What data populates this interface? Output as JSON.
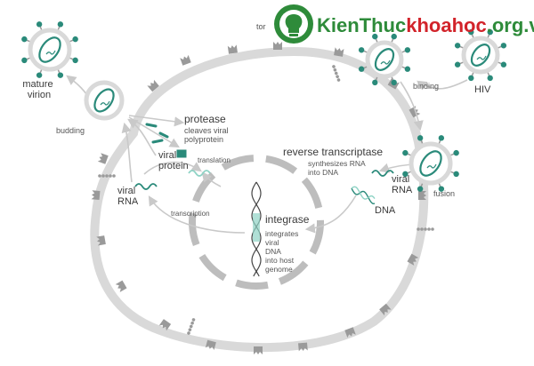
{
  "colors": {
    "membrane": "#d9d9d9",
    "membrane_edge": "#c8c8c8",
    "receptor": "#9a9a9a",
    "teal": "#2a8a7a",
    "teal_light": "#8fd3c5",
    "arrow": "#c9c9c9",
    "nucleus": "#bdbdbd",
    "dna": "#444444",
    "watermark_green": "#2e8b3a",
    "watermark_red": "#d2232a"
  },
  "watermark": {
    "brand": "KienThuc",
    "domain": "khoahoc",
    "tld": ".org",
    "suffix": ".vn"
  },
  "labels": {
    "mature_virion": [
      "mature",
      "virion"
    ],
    "budding": "budding",
    "protease_title": "protease",
    "protease_desc": [
      "cleaves viral",
      "polyprotein"
    ],
    "viral_protein": [
      "viral",
      "protein"
    ],
    "translation": "translation",
    "viral_rna_left": [
      "viral",
      "RNA"
    ],
    "transcription": "transcription",
    "integrase_title": "integrase",
    "integrase_desc": [
      "integrates",
      "viral",
      "DNA",
      "into host",
      "genome"
    ],
    "reverse_transcriptase_title": "reverse transcriptase",
    "reverse_transcriptase_desc": [
      "synthesizes RNA",
      "into DNA"
    ],
    "viral_rna_right": [
      "viral",
      "RNA"
    ],
    "dna": "DNA",
    "binding": "binding",
    "hiv": "HIV",
    "fusion": "fusion",
    "receptor_partial": "tor"
  }
}
